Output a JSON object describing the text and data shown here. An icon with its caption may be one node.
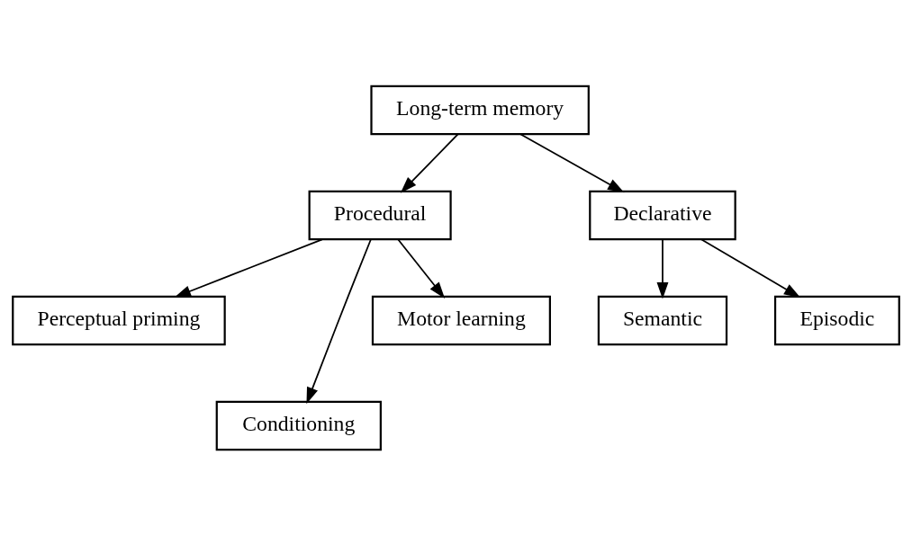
{
  "diagram": {
    "nodes": [
      {
        "text": [
          "Long-term memory"
        ]
      },
      {
        "text": [
          "Procedural"
        ]
      },
      {
        "text": [
          "Declarative"
        ]
      },
      {
        "text": [
          "Perceptual priming"
        ]
      },
      {
        "text": [
          "Motor learning"
        ]
      },
      {
        "text": [
          "Semantic"
        ]
      },
      {
        "text": [
          "Episodic"
        ]
      },
      {
        "text": [
          "Conditioning"
        ]
      }
    ],
    "edges": [
      {
        "from": 0,
        "to": 1,
        "arrow": "to"
      },
      {
        "from": 0,
        "to": 2,
        "arrow": "to"
      },
      {
        "from": 1,
        "to": 3,
        "arrow": "to"
      },
      {
        "from": 1,
        "to": 7,
        "arrow": "to"
      },
      {
        "from": 1,
        "to": 4,
        "arrow": "to"
      },
      {
        "from": 2,
        "to": 5,
        "arrow": "to"
      },
      {
        "from": 2,
        "to": 6,
        "arrow": "to"
      }
    ]
  }
}
